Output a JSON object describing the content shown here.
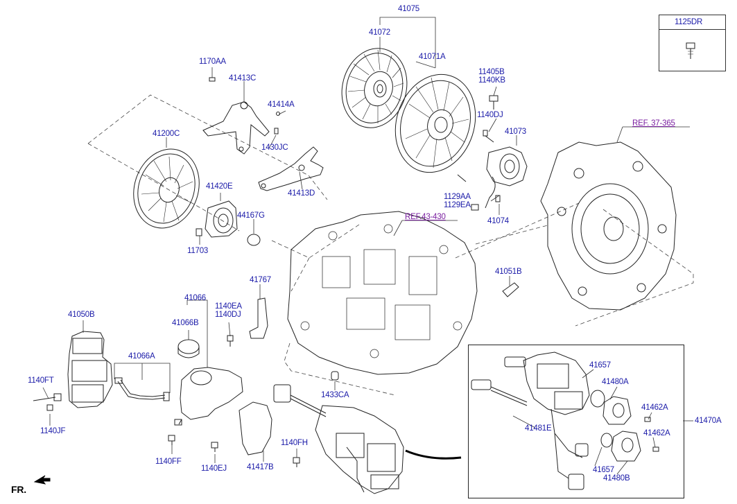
{
  "diagram": {
    "labels": {
      "p41075": "41075",
      "p41072": "41072",
      "p41071A": "41071A",
      "p1125DR": "1125DR",
      "p1170AA": "1170AA",
      "p41413C": "41413C",
      "p41414A": "41414A",
      "p11405B": "11405B",
      "p1140KB": "1140KB",
      "p1140DJ_top": "1140DJ",
      "p41073": "41073",
      "p41200C": "41200C",
      "p1430JC": "1430JC",
      "p41420E": "41420E",
      "p41413D": "41413D",
      "p1129AA": "1129AA",
      "p1129EA": "1129EA",
      "p41074": "41074",
      "p44167G": "44167G",
      "p11703": "11703",
      "p41051B": "41051B",
      "p41767": "41767",
      "p41066": "41066",
      "p1140EA": "1140EA",
      "p1140DJ_mid": "1140DJ",
      "p41050B": "41050B",
      "p41066B": "41066B",
      "p41066A": "41066A",
      "p1140FT": "1140FT",
      "p1140JF": "1140JF",
      "p1433CA": "1433CA",
      "p1140FH": "1140FH",
      "p1140FF": "1140FF",
      "p1140EJ": "1140EJ",
      "p41417B": "41417B",
      "p41657_a": "41657",
      "p41480A": "41480A",
      "p41462A_a": "41462A",
      "p41470A": "41470A",
      "p41481E": "41481E",
      "p41462A_b": "41462A",
      "p41657_b": "41657",
      "p41480B": "41480B",
      "fr": "FR."
    },
    "refs": {
      "ref37": "REF. 37-365",
      "ref43": "REF.43-430"
    }
  }
}
